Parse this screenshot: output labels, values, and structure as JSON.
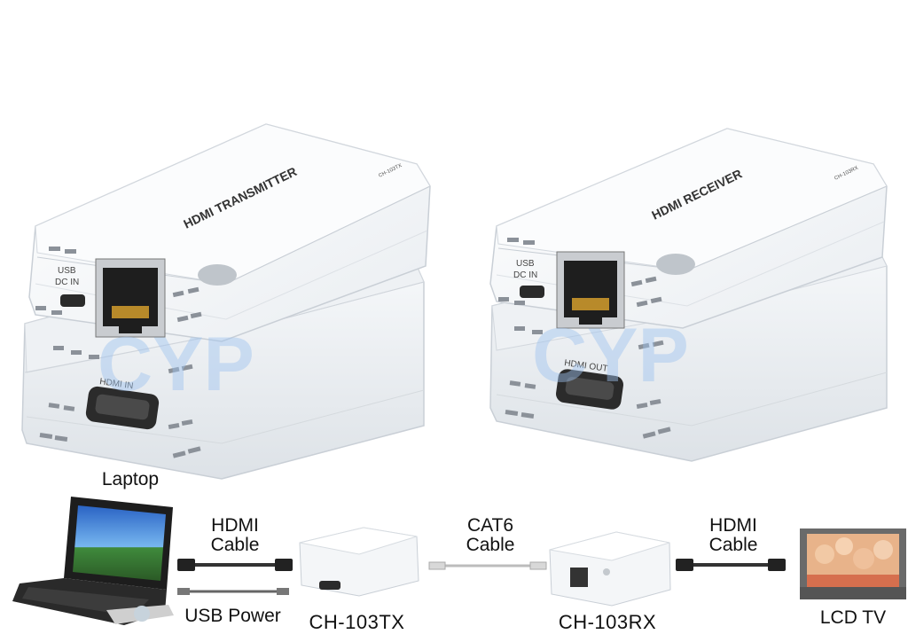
{
  "transmitter": {
    "top_label": "HDMI TRANSMITTER",
    "model_mark": "CH-103TX",
    "usb_label_line1": "USB",
    "usb_label_line2": "DC IN",
    "hdmi_port_label": "HDMI IN"
  },
  "receiver": {
    "top_label": "HDMI RECEIVER",
    "model_mark": "CH-103RX",
    "usb_label_line1": "USB",
    "usb_label_line2": "DC IN",
    "hdmi_port_label": "HDMI OUT"
  },
  "diagram": {
    "source_label": "Laptop",
    "hdmi_cable_left": [
      "HDMI",
      "Cable"
    ],
    "usb_power_label": "USB Power",
    "tx_label": "CH-103TX",
    "cat6_cable": [
      "CAT6",
      "Cable"
    ],
    "rx_label": "CH-103RX",
    "hdmi_cable_right": [
      "HDMI",
      "Cable"
    ],
    "display_label": "LCD TV"
  },
  "colors": {
    "device_body": "#f4f6f8",
    "device_edge": "#c9cfd6",
    "vent": "#8b9199",
    "watermark_blue": "#9ec3ef",
    "watermark_red": "#f2a3a3",
    "cable": "#333333"
  }
}
